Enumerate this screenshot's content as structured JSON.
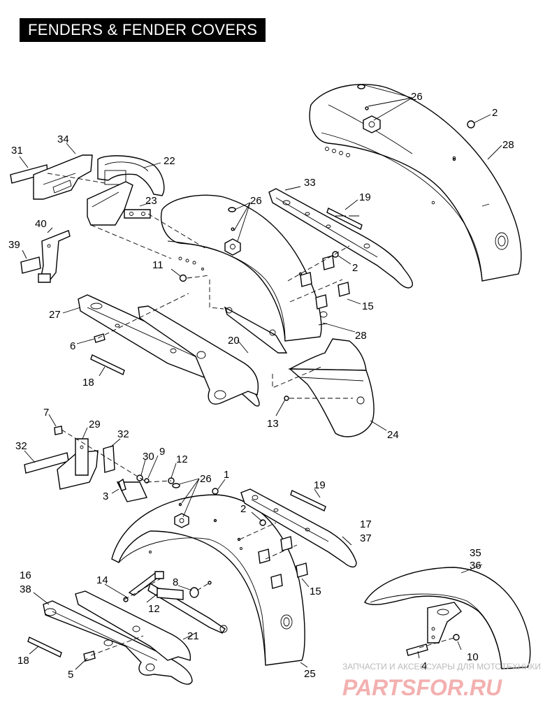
{
  "title": "FENDERS & FENDER COVERS",
  "callouts": [
    {
      "id": "c26a",
      "text": "26"
    },
    {
      "id": "c2a",
      "text": "2"
    },
    {
      "id": "c28a",
      "text": "28"
    },
    {
      "id": "c31",
      "text": "31"
    },
    {
      "id": "c34",
      "text": "34"
    },
    {
      "id": "c22",
      "text": "22"
    },
    {
      "id": "c23",
      "text": "23"
    },
    {
      "id": "c33",
      "text": "33"
    },
    {
      "id": "c19a",
      "text": "19"
    },
    {
      "id": "c26b",
      "text": "26"
    },
    {
      "id": "c40",
      "text": "40"
    },
    {
      "id": "c39",
      "text": "39"
    },
    {
      "id": "c11",
      "text": "11"
    },
    {
      "id": "c2b",
      "text": "2"
    },
    {
      "id": "c15a",
      "text": "15"
    },
    {
      "id": "c27",
      "text": "27"
    },
    {
      "id": "c28b",
      "text": "28"
    },
    {
      "id": "c6",
      "text": "6"
    },
    {
      "id": "c20",
      "text": "20"
    },
    {
      "id": "c18a",
      "text": "18"
    },
    {
      "id": "c13",
      "text": "13"
    },
    {
      "id": "c24",
      "text": "24"
    },
    {
      "id": "c7",
      "text": "7"
    },
    {
      "id": "c29",
      "text": "29"
    },
    {
      "id": "c32a",
      "text": "32"
    },
    {
      "id": "c32b",
      "text": "32"
    },
    {
      "id": "c30",
      "text": "30"
    },
    {
      "id": "c9",
      "text": "9"
    },
    {
      "id": "c12a",
      "text": "12"
    },
    {
      "id": "c3",
      "text": "3"
    },
    {
      "id": "c26c",
      "text": "26"
    },
    {
      "id": "c1",
      "text": "1"
    },
    {
      "id": "c19b",
      "text": "19"
    },
    {
      "id": "c2c",
      "text": "2"
    },
    {
      "id": "c17",
      "text": "17"
    },
    {
      "id": "c37",
      "text": "37"
    },
    {
      "id": "c16",
      "text": "16"
    },
    {
      "id": "c38",
      "text": "38"
    },
    {
      "id": "c14",
      "text": "14"
    },
    {
      "id": "c8",
      "text": "8"
    },
    {
      "id": "c15b",
      "text": "15"
    },
    {
      "id": "c12b",
      "text": "12"
    },
    {
      "id": "c35",
      "text": "35"
    },
    {
      "id": "c36",
      "text": "36"
    },
    {
      "id": "c21",
      "text": "21"
    },
    {
      "id": "c18b",
      "text": "18"
    },
    {
      "id": "c4",
      "text": "4"
    },
    {
      "id": "c10",
      "text": "10"
    },
    {
      "id": "c5",
      "text": "5"
    },
    {
      "id": "c25",
      "text": "25"
    }
  ],
  "watermark": {
    "line1": "ЗАПЧАСТИ И АКСЕССУАРЫ ДЛЯ МОТОТЕХНИКИ",
    "line2": "PARTSFOR.RU",
    "color": "#e88080"
  }
}
